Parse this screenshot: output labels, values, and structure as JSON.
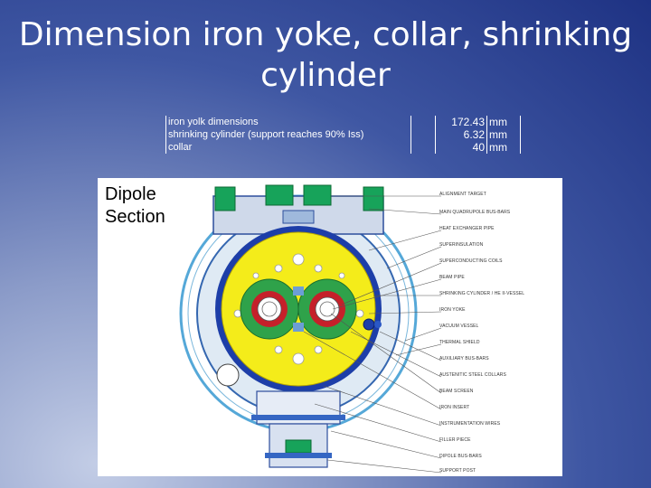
{
  "slide": {
    "title": "Dimension iron yoke, collar, shrinking cylinder",
    "section_label": "Dipole Section"
  },
  "dimensions": [
    {
      "label": "iron yolk dimensions",
      "value": "172.43",
      "unit": "mm"
    },
    {
      "label": "shrinking cylinder (support reaches 90% Iss)",
      "value": "6.32",
      "unit": "mm"
    },
    {
      "label": "collar",
      "value": "40",
      "unit": "mm"
    }
  ],
  "figure": {
    "callouts": [
      "ALIGNMENT TARGET",
      "MAIN QUADRUPOLE BUS-BARS",
      "HEAT EXCHANGER PIPE",
      "SUPERINSULATION",
      "SUPERCONDUCTING COILS",
      "BEAM PIPE",
      "SHRINKING CYLINDER / HE II-VESSEL",
      "IRON YOKE",
      "VACUUM VESSEL",
      "THERMAL SHIELD",
      "AUXILIARY BUS-BARS",
      "AUSTENITIC STEEL COLLARS",
      "BEAM SCREEN",
      "IRON INSERT",
      "INSTRUMENTATION WIRES",
      "FILLER PIECE",
      "DIPOLE BUS-BARS",
      "SUPPORT POST"
    ]
  }
}
